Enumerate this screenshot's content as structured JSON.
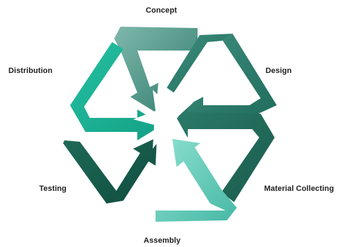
{
  "stages": [
    {
      "key": "concept",
      "label": "Concept",
      "color": "#7fb8ac",
      "colorDark": "#2f7c6d"
    },
    {
      "key": "design",
      "label": "Design",
      "color": "#3e8f7e",
      "colorDark": "#1f6b5c"
    },
    {
      "key": "material",
      "label": "Material Collecting",
      "color": "#2b7b69",
      "colorDark": "#1a5b4c"
    },
    {
      "key": "assembly",
      "label": "Assembly",
      "color": "#8ee0d0",
      "colorDark": "#47b8a5"
    },
    {
      "key": "testing",
      "label": "Testing",
      "color": "#1f6a58",
      "colorDark": "#0f4c3e"
    },
    {
      "key": "distribution",
      "label": "Distribution",
      "color": "#24c0a2",
      "colorDark": "#14a085"
    }
  ]
}
